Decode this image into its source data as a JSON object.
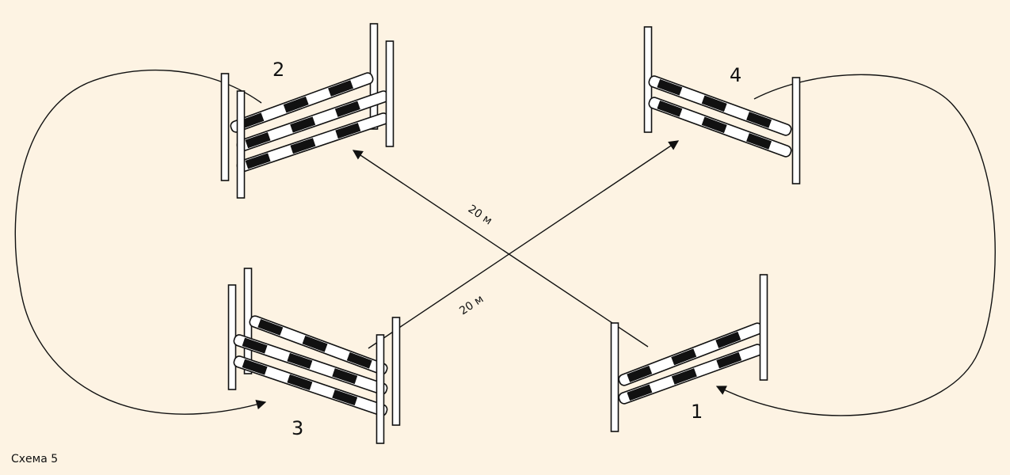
{
  "colors": {
    "background": "#fdf3e3",
    "stroke": "#111111",
    "pole_light": "#ffffff",
    "pole_dark": "#111111"
  },
  "caption": "Схема 5",
  "jumps": [
    {
      "id": "1",
      "label": "1",
      "type": "oxer-rising",
      "rails": 2
    },
    {
      "id": "2",
      "label": "2",
      "type": "oxer-rising",
      "rails": 3
    },
    {
      "id": "3",
      "label": "3",
      "type": "oxer-falling",
      "rails": 3
    },
    {
      "id": "4",
      "label": "4",
      "type": "oxer-falling",
      "rails": 2
    }
  ],
  "distances": [
    {
      "id": "d1-2",
      "label": "20 м"
    },
    {
      "id": "d3-4",
      "label": "20 м"
    }
  ]
}
